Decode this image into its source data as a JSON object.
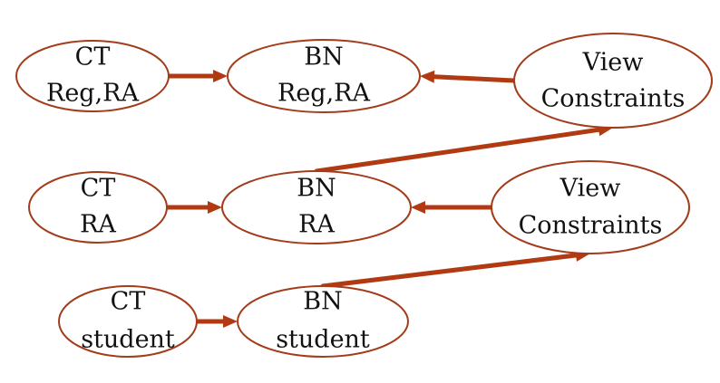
{
  "colors": {
    "node_stroke": "#a23c1b",
    "edge": "#b13a12",
    "text": "#111111",
    "background": "#ffffff"
  },
  "nodes": [
    {
      "id": "ct-regra",
      "lines": [
        "CT",
        "Reg,RA"
      ]
    },
    {
      "id": "bn-regra",
      "lines": [
        "BN",
        "Reg,RA"
      ]
    },
    {
      "id": "view-constraints-1",
      "lines": [
        "View",
        "Constraints"
      ]
    },
    {
      "id": "ct-ra",
      "lines": [
        "CT",
        "RA"
      ]
    },
    {
      "id": "bn-ra",
      "lines": [
        "BN",
        "RA"
      ]
    },
    {
      "id": "view-constraints-2",
      "lines": [
        "View",
        "Constraints"
      ]
    },
    {
      "id": "ct-student",
      "lines": [
        "CT",
        "student"
      ]
    },
    {
      "id": "bn-student",
      "lines": [
        "BN",
        "student"
      ]
    }
  ],
  "edges": [
    {
      "from": "ct-regra",
      "to": "bn-regra"
    },
    {
      "from": "view-constraints-1",
      "to": "bn-regra"
    },
    {
      "from": "bn-ra",
      "to": "view-constraints-1"
    },
    {
      "from": "ct-ra",
      "to": "bn-ra"
    },
    {
      "from": "view-constraints-2",
      "to": "bn-ra"
    },
    {
      "from": "bn-student",
      "to": "view-constraints-2"
    },
    {
      "from": "ct-student",
      "to": "bn-student"
    }
  ]
}
